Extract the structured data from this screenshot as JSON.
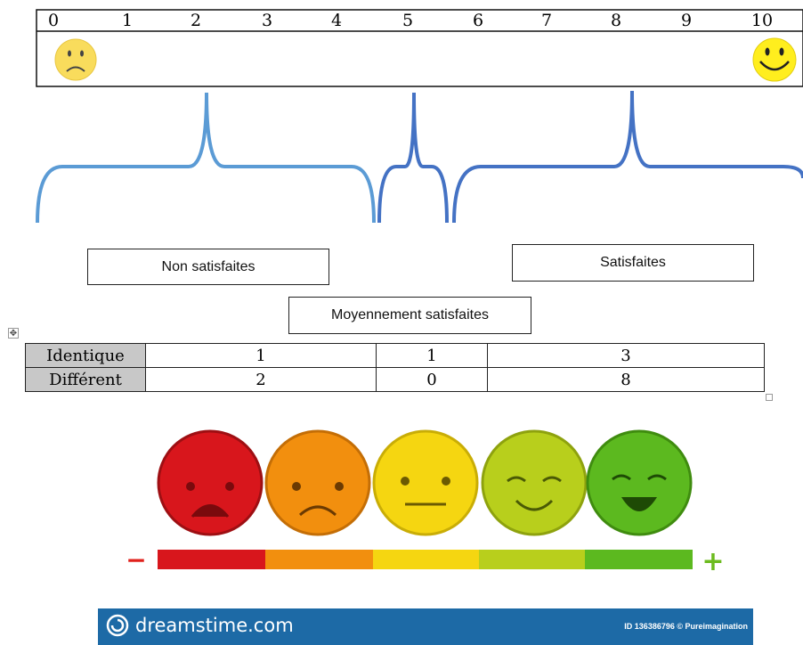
{
  "scale": {
    "ticks": [
      "0",
      "1",
      "2",
      "3",
      "4",
      "5",
      "6",
      "7",
      "8",
      "9",
      "10"
    ],
    "left_icon": "sad-smiley-icon",
    "right_icon": "happy-smiley-icon"
  },
  "categories": {
    "non_satisfaites": "Non satisfaites",
    "moyennement_satisfaites": "Moyennement satisfaites",
    "satisfaites": "Satisfaites"
  },
  "table": {
    "rows": [
      {
        "label": "Identique",
        "values": [
          "1",
          "1",
          "3"
        ]
      },
      {
        "label": "Différent",
        "values": [
          "2",
          "0",
          "8"
        ]
      }
    ]
  },
  "emoji_scale": {
    "faces": [
      "very-sad-face-icon",
      "sad-face-icon",
      "neutral-face-icon",
      "smiling-face-icon",
      "happy-face-icon"
    ],
    "colors": [
      "#d8161c",
      "#f28f0e",
      "#f5d611",
      "#b8cf1c",
      "#5cb91f"
    ],
    "minus": "−",
    "plus": "+"
  },
  "watermark": {
    "site": "dreamstime.com",
    "id_text": "ID 136386796 © Pureimagination"
  },
  "colors": {
    "bracket_light": "#5b9bd5",
    "bracket_dark": "#4472c4",
    "brand_bar": "#1d6aa6"
  }
}
